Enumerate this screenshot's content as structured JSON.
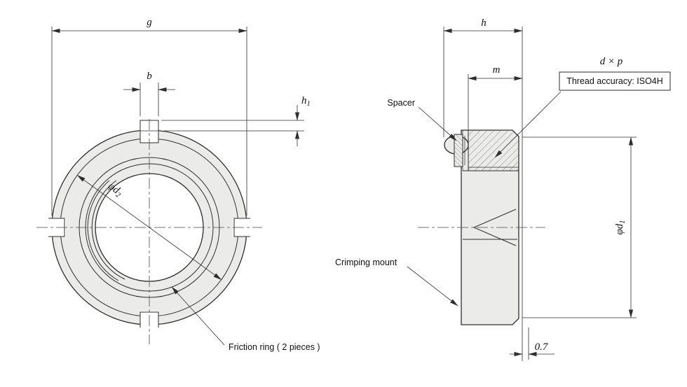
{
  "colors": {
    "part_fill": "#ebebe9",
    "line": "#2e2e2e",
    "background": "#ffffff"
  },
  "front_view": {
    "dim_g": "g",
    "dim_b": "b",
    "dim_h1": {
      "base": "h",
      "sub": "1"
    },
    "dim_d2": {
      "base": "φd",
      "sub": "2"
    },
    "friction_ring_label": "Friction ring ( 2 pieces )"
  },
  "side_view": {
    "dim_h": "h",
    "dim_m": "m",
    "dim_dxp": "d × p",
    "thread_accuracy_label": "Thread accuracy: ISO4H",
    "spacer_label": "Spacer",
    "crimping_mount_label": "Crimping mount",
    "dim_d1": {
      "base": "φd",
      "sub": "1"
    },
    "dim_offset": "0.7"
  }
}
